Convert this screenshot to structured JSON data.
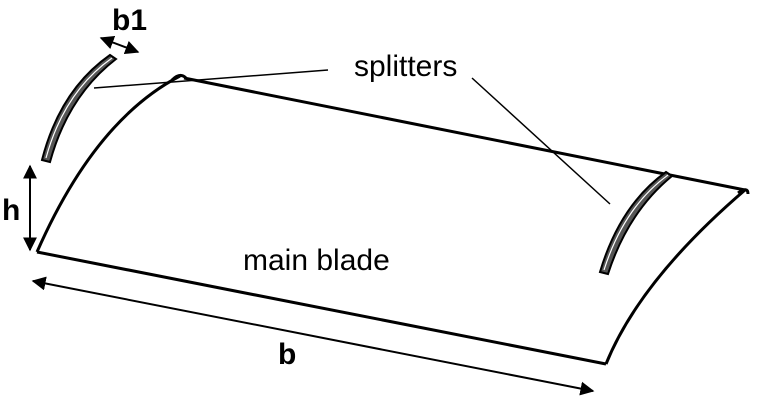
{
  "labels": {
    "b1": "b1",
    "splitters": "splitters",
    "h": "h",
    "main_blade": "main blade",
    "b": "b"
  },
  "colors": {
    "stroke": "#000000",
    "splitter_fill": "#555555",
    "background": "#ffffff"
  }
}
